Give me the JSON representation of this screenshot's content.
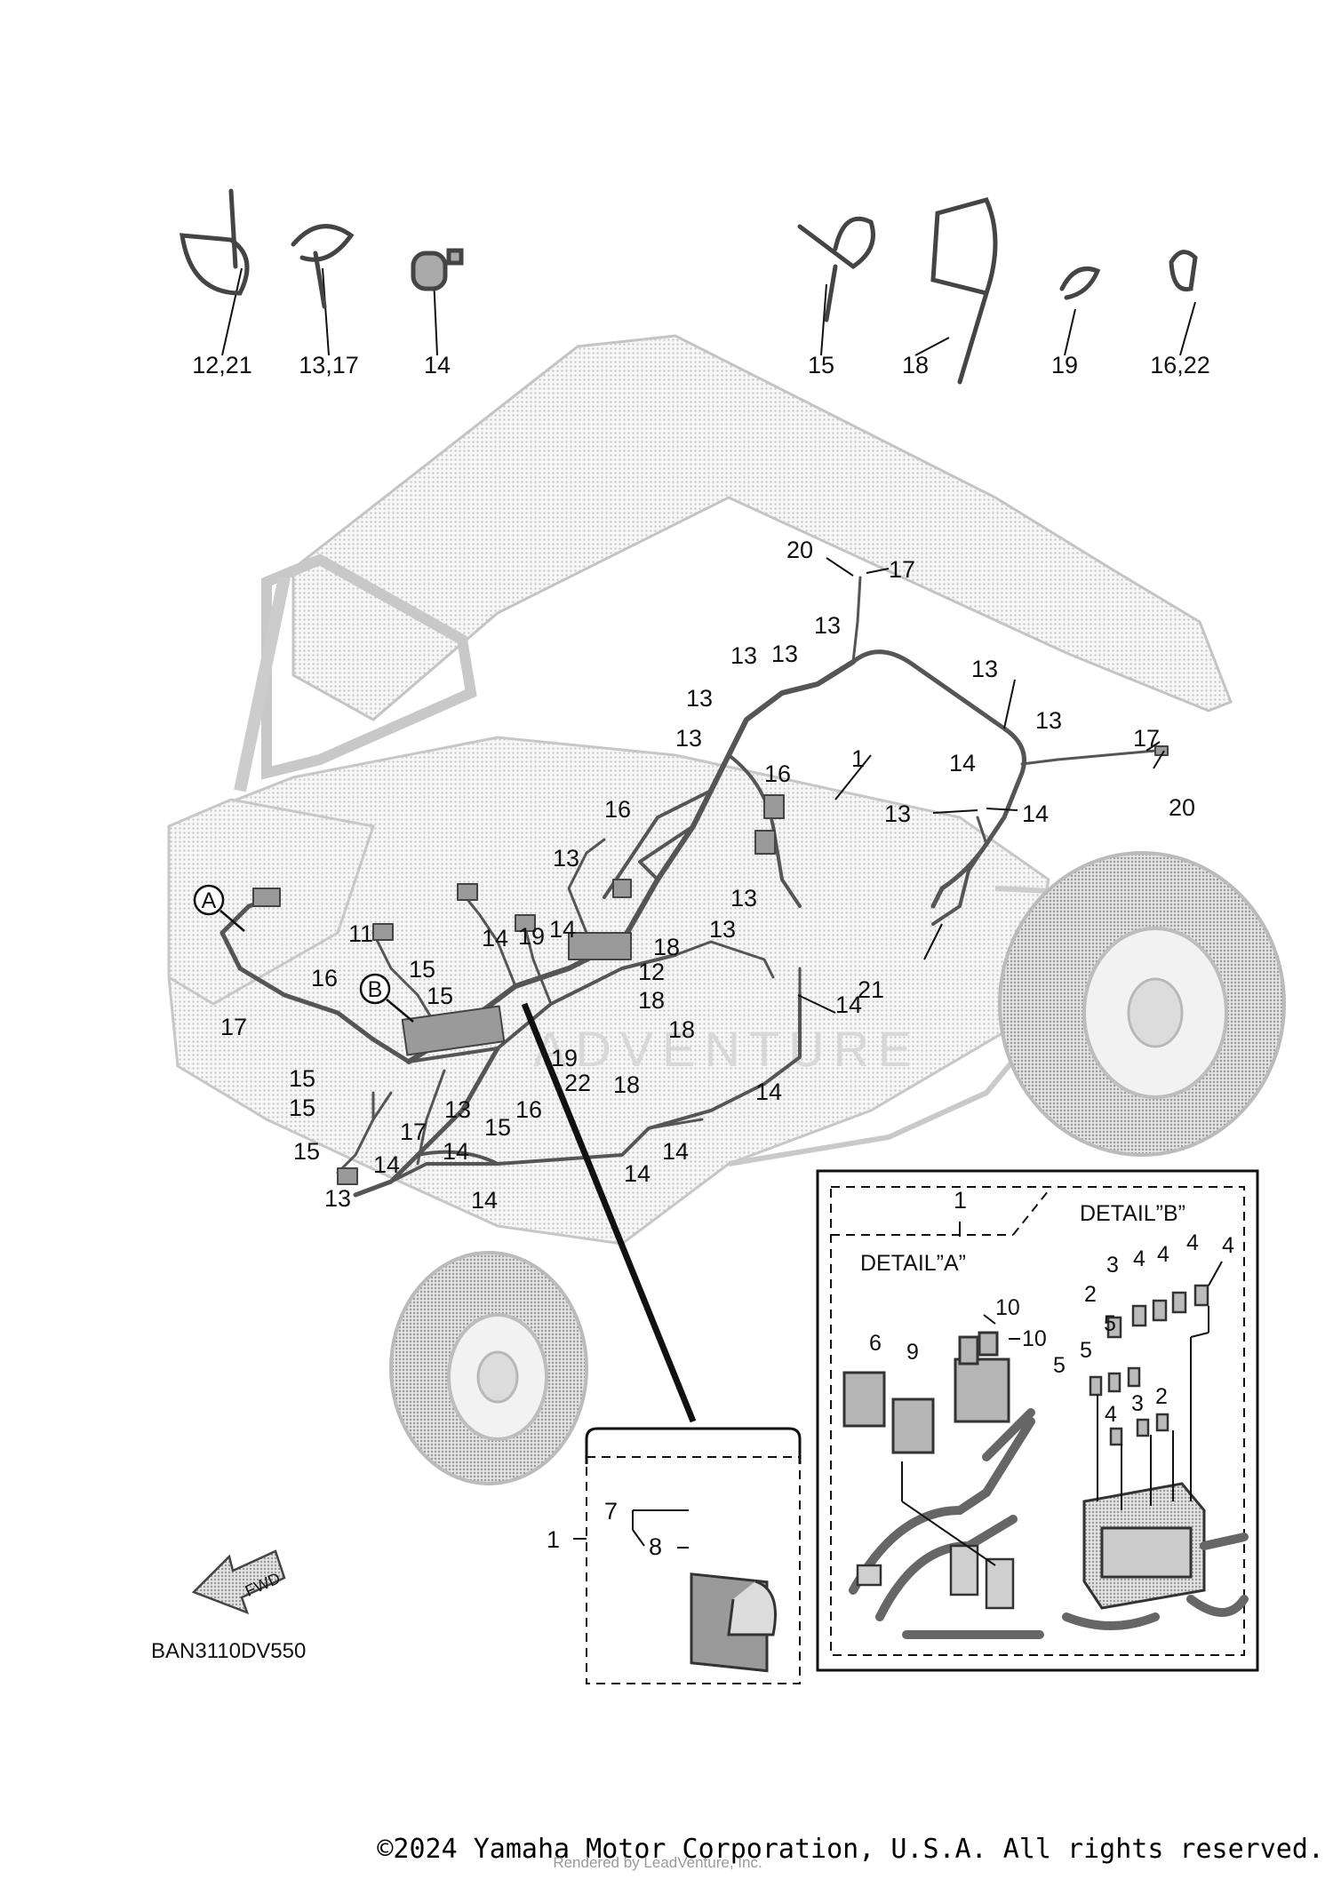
{
  "diagram": {
    "fasteners": [
      {
        "id": "fastener-1",
        "label": "12,21"
      },
      {
        "id": "fastener-2",
        "label": "13,17"
      },
      {
        "id": "fastener-3",
        "label": "14"
      },
      {
        "id": "fastener-4",
        "label": "15"
      },
      {
        "id": "fastener-5",
        "label": "18"
      },
      {
        "id": "fastener-6",
        "label": "19"
      },
      {
        "id": "fastener-7",
        "label": "16,22"
      }
    ],
    "callouts": [
      "20",
      "17",
      "13",
      "13",
      "13",
      "13",
      "13",
      "1",
      "13",
      "13",
      "14",
      "13",
      "14",
      "17",
      "20",
      "16",
      "16",
      "13",
      "13",
      "13",
      "21",
      "11",
      "14",
      "19",
      "14",
      "18",
      "15",
      "12",
      "15",
      "18",
      "18",
      "14",
      "19",
      "22",
      "18",
      "17",
      "16",
      "15",
      "15",
      "13",
      "15",
      "16",
      "17",
      "15",
      "14",
      "14",
      "13",
      "14",
      "14",
      "14",
      "14",
      "14"
    ],
    "detail_markers": [
      "A",
      "B"
    ],
    "inset": {
      "callout_1": "1",
      "callout_7": "7",
      "callout_8": "8"
    },
    "detail_box": {
      "callout_1": "1",
      "title_a": "DETAIL”A”",
      "title_b": "DETAIL”B”",
      "labels_a": [
        "6",
        "9",
        "10",
        "10"
      ],
      "labels_b": [
        "4",
        "4",
        "4",
        "3",
        "4",
        "2",
        "5",
        "5",
        "5",
        "2",
        "4",
        "3"
      ]
    },
    "fwd_label": "FWD",
    "watermark": "ADVENTURE",
    "diagram_code": "BAN3110DV550"
  },
  "footer": {
    "copyright": "©2024 Yamaha Motor Corporation, U.S.A. All rights reserved.",
    "rendered_by": "Rendered by LeadVenture, Inc."
  },
  "colors": {
    "ink": "#111111",
    "vehicle_outline": "#c9c9c9",
    "vehicle_fill": "#ededed",
    "harness": "#555555"
  }
}
